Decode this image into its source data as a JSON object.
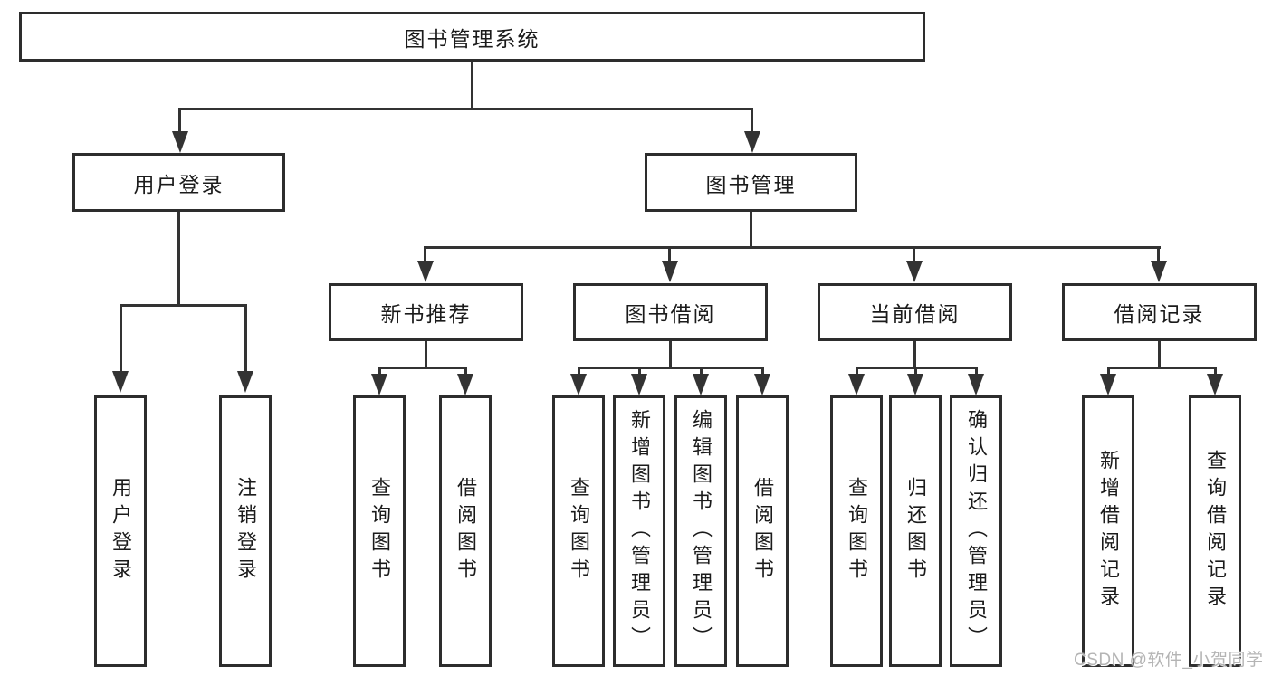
{
  "nodes": {
    "root": "图书管理系统",
    "user_login": "用户登录",
    "book_management": "图书管理",
    "new_book_recommend": "新书推荐",
    "book_borrow": "图书借阅",
    "current_borrow": "当前借阅",
    "borrow_record": "借阅记录"
  },
  "leaves": {
    "user_login": [
      "用户登录",
      "注销登录"
    ],
    "new_book_recommend": [
      "查询图书",
      "借阅图书"
    ],
    "book_borrow": [
      "查询图书",
      "新增图书（管理员）",
      "编辑图书（管理员）",
      "借阅图书"
    ],
    "current_borrow": [
      "查询图书",
      "归还图书",
      "确认归还（管理员）"
    ],
    "borrow_record": [
      "新增借阅记录",
      "查询借阅记录"
    ]
  },
  "watermark": "CSDN @软件_小贺同学",
  "colors": {
    "line": "#333333",
    "box_border": "#2d2d2d",
    "box_fill": "#ffffff",
    "text": "#1b1b1b",
    "watermark": "#b4b4b4"
  }
}
